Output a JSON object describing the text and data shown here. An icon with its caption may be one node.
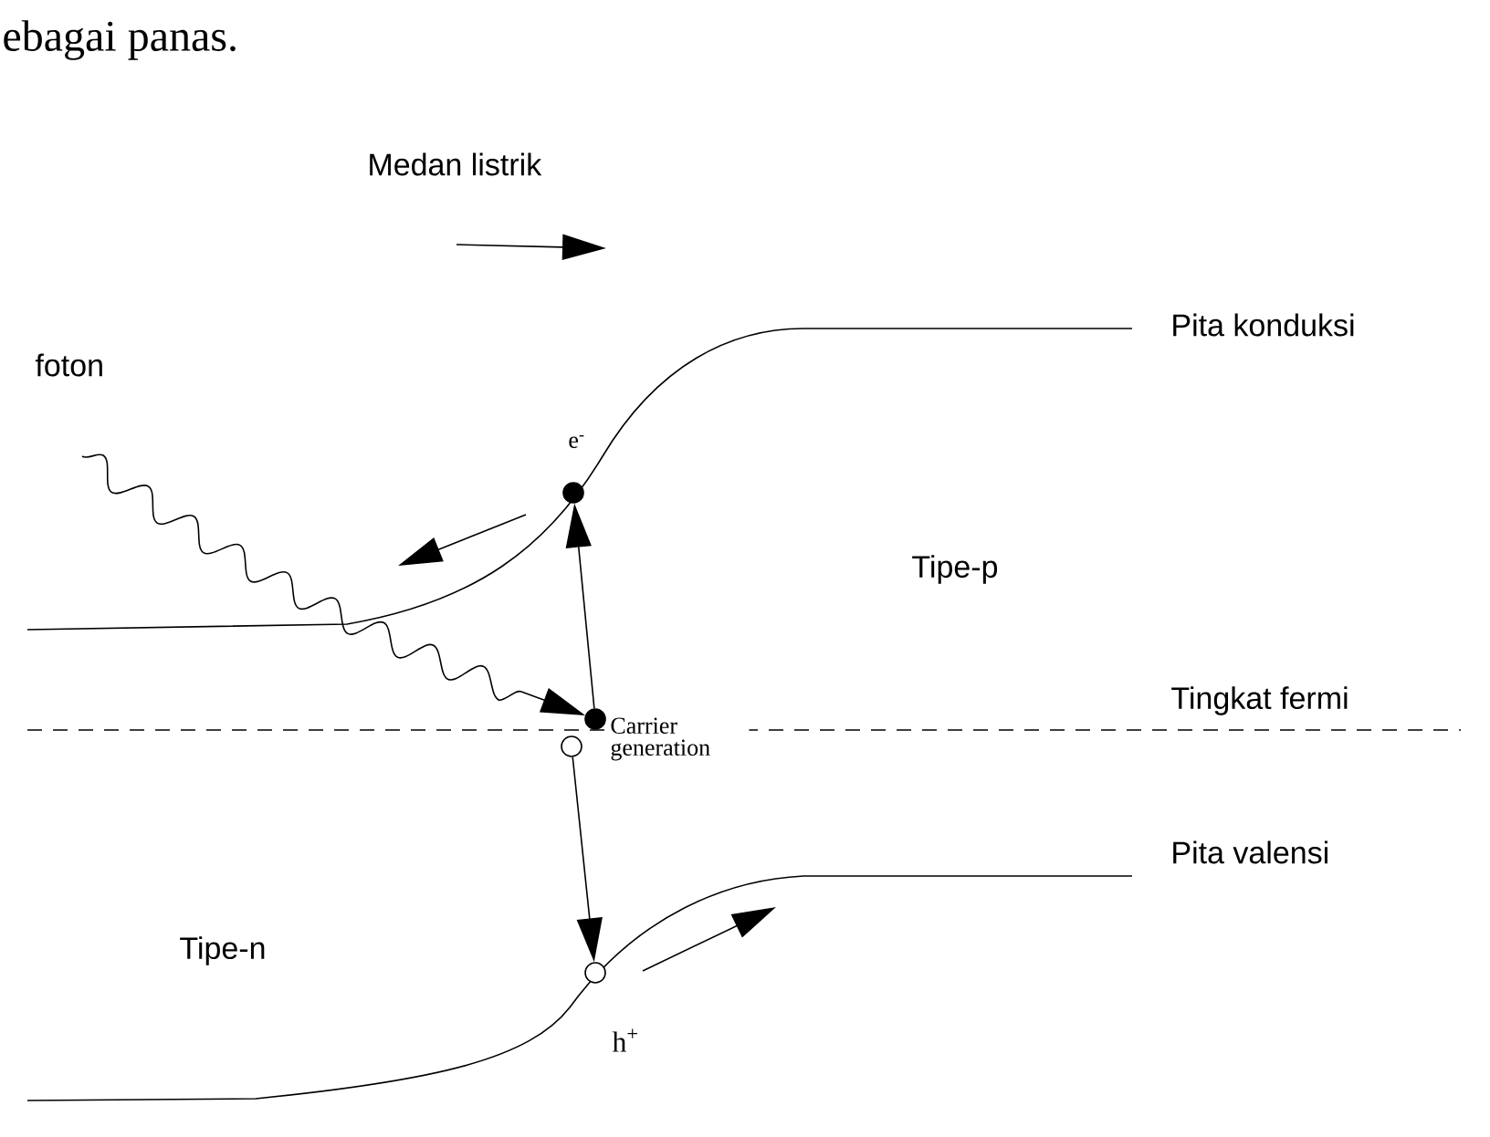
{
  "diagram": {
    "nodes": [
      {
        "text": [],
        "shape": "circle",
        "beside": [
          "Carrier generation"
        ]
      },
      {
        "text": [],
        "shape": "circle"
      },
      {
        "text": [],
        "shape": "circle",
        "beside": [
          "e$^{-}$"
        ]
      },
      {
        "text": [],
        "shape": "circle",
        "beside": [
          "h$^{+}$"
        ]
      }
    ],
    "edges": [
      {
        "from": null,
        "to": 0,
        "arrow": "to"
      },
      {
        "from": 0,
        "to": 2,
        "arrow": "to"
      },
      {
        "from": 1,
        "to": 3,
        "arrow": "to"
      }
    ],
    "labels": [
      "ebagai panas.",
      "Medan listrik",
      "foton",
      "Pita konduksi",
      "Tipe-p",
      "Tingkat fermi",
      "Pita valensi",
      "Tipe-n"
    ]
  }
}
